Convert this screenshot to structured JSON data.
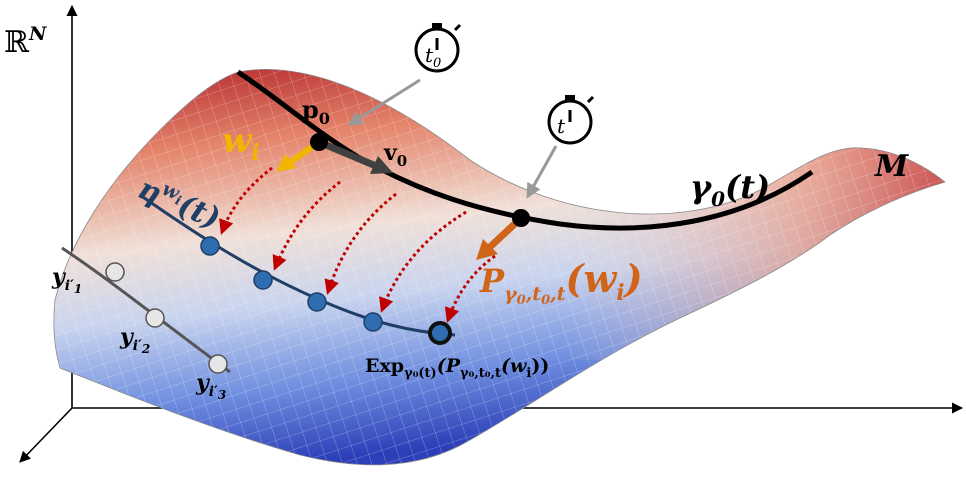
{
  "space_label": "ℝ",
  "space_exp": "N",
  "manifold_label": "M",
  "p0": {
    "base": "p",
    "sub": "0"
  },
  "v0": {
    "base": "v",
    "sub": "0"
  },
  "w_i": {
    "base": "w",
    "sub": "i"
  },
  "gamma": {
    "base": "γ",
    "sub": "0",
    "arg": "(t)"
  },
  "timer_t0": {
    "base": "t",
    "sub": "0"
  },
  "timer_t": {
    "base": "t"
  },
  "transport": {
    "base": "P",
    "sub": "γ",
    "subsub": "0",
    "sub2": ",t",
    "subsub2": "0",
    "sub3": ",t",
    "arg": "(w",
    "argsub": "i",
    "close": ")"
  },
  "eta": {
    "base": "η",
    "sup": "w",
    "supsub": "i",
    "arg": "(t)"
  },
  "exp_label": {
    "base": "Exp",
    "sub": "γ₀(t)",
    "arg": "(P",
    "argsub": "γ₀,t₀,t",
    "inner": "(w",
    "innersub": "i",
    "close": "))"
  },
  "y_labels": [
    {
      "base": "y",
      "sub": "i′",
      "subsub": "1"
    },
    {
      "base": "y",
      "sub": "i′",
      "subsub": "2"
    },
    {
      "base": "y",
      "sub": "i′",
      "subsub": "3"
    }
  ],
  "colors": {
    "surface_red": "#c0302a",
    "surface_light": "#eeeeee",
    "surface_blue": "#3050c0",
    "geodesic": "#000000",
    "eta_curve": "#1f3f66",
    "point_blue": "#2e6db0",
    "arrow_w": "#f2b600",
    "arrow_v": "#404040",
    "arrow_P": "#d06418",
    "dotted_arrows": "#c00000",
    "timer_pointer": "#999999",
    "y_curve": "#555555"
  }
}
